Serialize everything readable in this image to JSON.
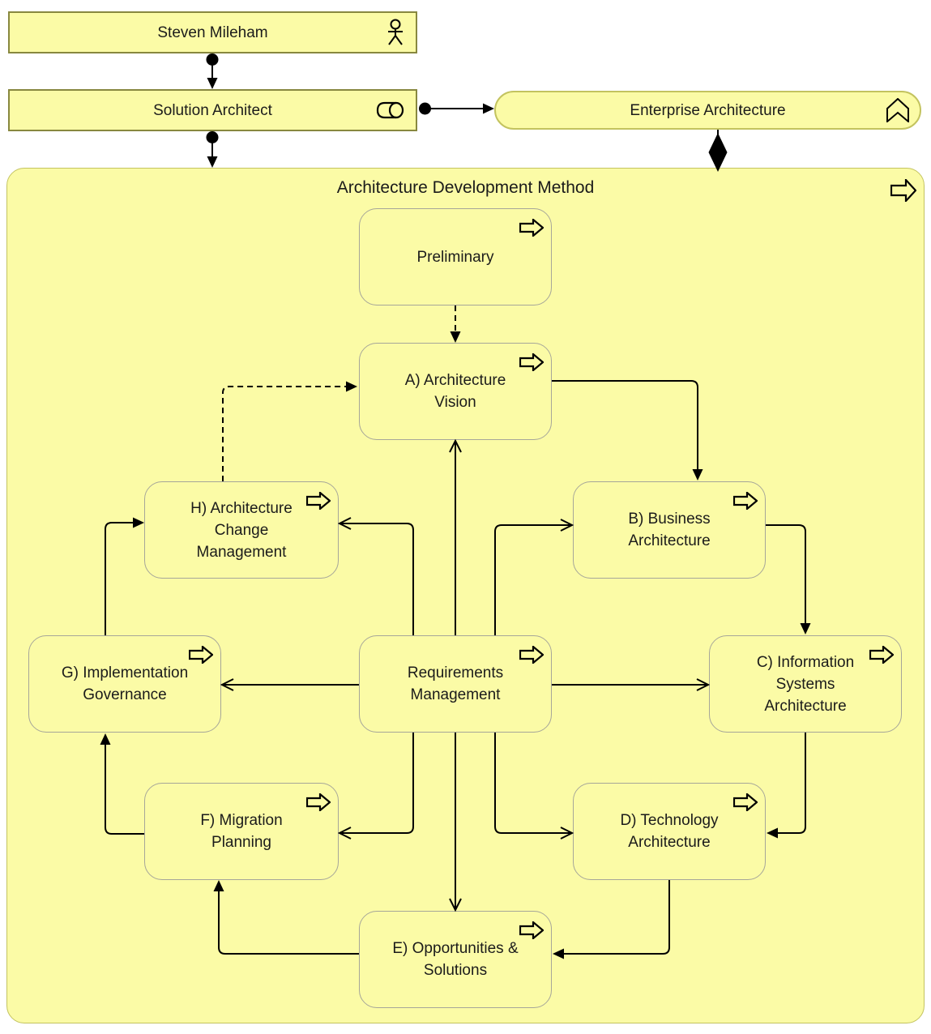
{
  "nodes": {
    "person": "Steven Mileham",
    "role": "Solution Architect",
    "function": "Enterprise Architecture",
    "adm_title": "Architecture Development Method",
    "preliminary": "Preliminary",
    "vision": "A) Architecture\nVision",
    "business": "B) Business\nArchitecture",
    "information": "C) Information\nSystems\nArchitecture",
    "technology": "D) Technology\nArchitecture",
    "opportunities": "E) Opportunities &\nSolutions",
    "migration": "F) Migration\nPlanning",
    "governance": "G) Implementation\nGovernance",
    "change": "H) Architecture\nChange\nManagement",
    "requirements": "Requirements\nManagement"
  },
  "icons": {
    "person": "actor-icon",
    "role": "role-icon",
    "function": "function-icon",
    "process": "process-arrow-icon"
  },
  "colors": {
    "node_fill": "#fbfba6",
    "rect_border": "#88883f",
    "rounded_border": "#a6a699",
    "container_border": "#c3c35f",
    "line": "#000000",
    "text": "#1b1b1b",
    "background": "#ffffff"
  },
  "edges": [
    {
      "from": "person",
      "to": "role",
      "style": "solid",
      "source_end": "dot",
      "target_end": "filled-arrow"
    },
    {
      "from": "role",
      "to": "adm",
      "style": "solid",
      "source_end": "dot",
      "target_end": "filled-arrow"
    },
    {
      "from": "role",
      "to": "function",
      "style": "solid",
      "source_end": "dot",
      "target_end": "filled-arrow"
    },
    {
      "from": "function",
      "to": "adm",
      "style": "solid",
      "source_end": "none",
      "target_end": "filled-diamond"
    },
    {
      "from": "preliminary",
      "to": "vision",
      "style": "dashed",
      "target_end": "filled-arrow"
    },
    {
      "from": "change",
      "to": "vision",
      "style": "dashed",
      "target_end": "filled-arrow"
    },
    {
      "from": "vision",
      "to": "business",
      "style": "solid",
      "target_end": "filled-arrow"
    },
    {
      "from": "business",
      "to": "information",
      "style": "solid",
      "target_end": "filled-arrow"
    },
    {
      "from": "information",
      "to": "technology",
      "style": "solid",
      "target_end": "filled-arrow"
    },
    {
      "from": "technology",
      "to": "opportunities",
      "style": "solid",
      "target_end": "filled-arrow"
    },
    {
      "from": "opportunities",
      "to": "migration",
      "style": "solid",
      "target_end": "filled-arrow"
    },
    {
      "from": "migration",
      "to": "governance",
      "style": "solid",
      "target_end": "filled-arrow"
    },
    {
      "from": "governance",
      "to": "change",
      "style": "solid",
      "target_end": "filled-arrow"
    },
    {
      "from": "requirements",
      "to": "vision",
      "style": "solid",
      "target_end": "open-arrow"
    },
    {
      "from": "requirements",
      "to": "change",
      "style": "solid",
      "target_end": "open-arrow"
    },
    {
      "from": "requirements",
      "to": "business",
      "style": "solid",
      "target_end": "open-arrow"
    },
    {
      "from": "requirements",
      "to": "governance",
      "style": "solid",
      "target_end": "open-arrow"
    },
    {
      "from": "requirements",
      "to": "information",
      "style": "solid",
      "target_end": "open-arrow"
    },
    {
      "from": "requirements",
      "to": "migration",
      "style": "solid",
      "target_end": "open-arrow"
    },
    {
      "from": "requirements",
      "to": "technology",
      "style": "solid",
      "target_end": "open-arrow"
    },
    {
      "from": "requirements",
      "to": "opportunities",
      "style": "solid",
      "target_end": "open-arrow"
    }
  ]
}
